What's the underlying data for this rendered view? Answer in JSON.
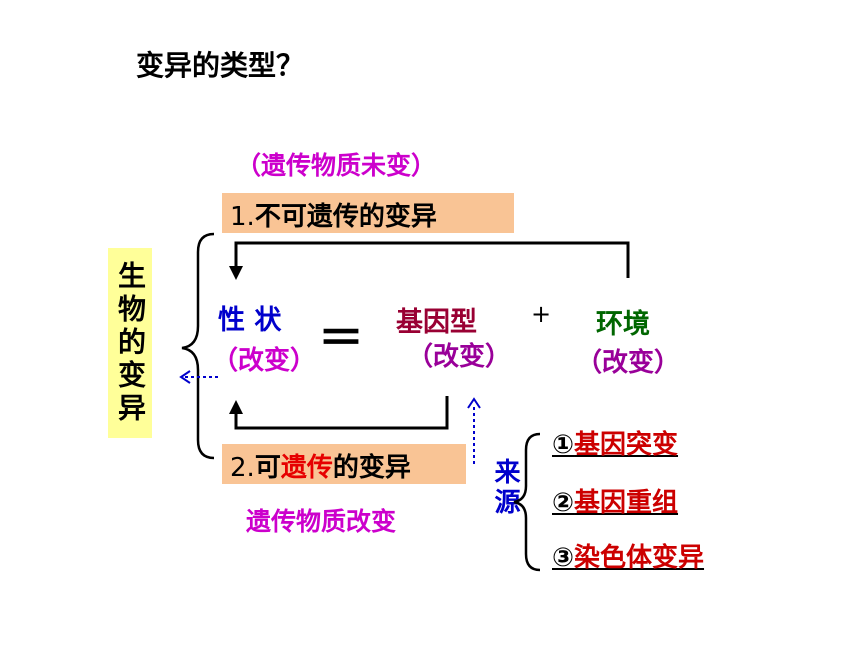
{
  "title": "变异的类型？",
  "side_label": "生物的变异",
  "heritable_none": {
    "note": "（遗传物质未变）",
    "number": "1.",
    "label": "不可遗传的变异"
  },
  "heritable": {
    "number": "2.",
    "label_pre": "可",
    "label_red": "遗传",
    "label_post": "的变异",
    "note": "遗传物质改变"
  },
  "equation": {
    "trait": "性 状",
    "trait_change": "（改变）",
    "equals": "＝",
    "genotype": "基因型",
    "genotype_change": "（改变）",
    "plus": "+",
    "environment": "环境",
    "environment_change": "（改变）"
  },
  "source": {
    "label": "来源",
    "items": [
      {
        "mark": "①",
        "text": "基因突变"
      },
      {
        "mark": "②",
        "text": "基因重组"
      },
      {
        "mark": "③",
        "text": "染色体变异"
      }
    ]
  },
  "colors": {
    "blue": "#0000cc",
    "magenta": "#cc00cc",
    "maroon": "#990033",
    "green": "#006600",
    "red": "#cc0000",
    "tag_fill": "#f9c495",
    "side_fill": "#ffff99"
  }
}
